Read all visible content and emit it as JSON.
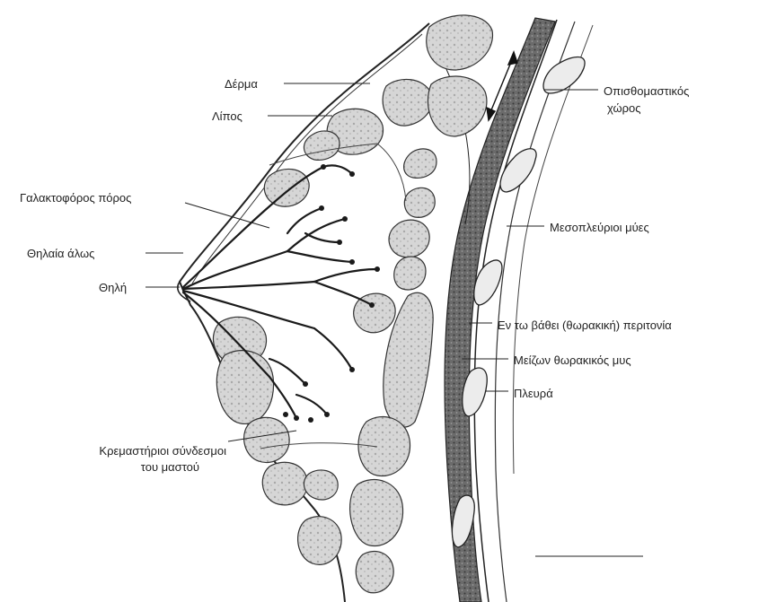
{
  "labels": {
    "derma": "Δέρμα",
    "lipos": "Λίπος",
    "galaktoforos": "Γαλακτοφόρος πόρος",
    "thilaia": "Θηλαία άλως",
    "thili": "Θηλή",
    "kremastirioi_1": "Κρεμαστήριοι σύνδεσμοι",
    "kremastirioi_2": "του μαστού",
    "opisthomastikos_1": "Οπισθομαστικός",
    "opisthomastikos_2": "χώρος",
    "mesopleurioi": "Μεσοπλεύριοι μύες",
    "peritonia": "Εν τω βάθει (θωρακική) περιτονία",
    "meizon": "Μείζων θωρακικός μυς",
    "pleura": "Πλευρά"
  }
}
